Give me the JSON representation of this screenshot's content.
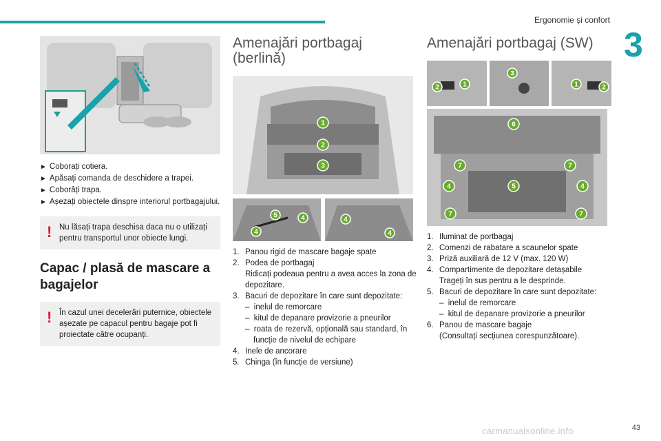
{
  "header": {
    "section_title": "Ergonomie și confort",
    "chapter_number": "3"
  },
  "footer": {
    "page_number": "43",
    "watermark": "carmanualsonline.info"
  },
  "left_column": {
    "steps": [
      "Coborați cotiera.",
      "Apăsați comanda de deschidere a trapei.",
      "Coborâți trapa.",
      "Așezați obiectele dinspre interiorul portbagajului."
    ],
    "warning_1": "Nu lăsați trapa deschisa daca nu o utilizați pentru transportul unor obiecte lungi.",
    "heading": "Capac / plasă de mascare a bagajelor",
    "warning_2": "În cazul unei decelerări puternice, obiectele așezate pe capacul pentru bagaje pot fi proiectate către ocupanți."
  },
  "middle_column": {
    "title": "Amenajări portbagaj (berlină)",
    "items": [
      {
        "n": "1.",
        "text": "Panou rigid de mascare bagaje spate"
      },
      {
        "n": "2.",
        "text": "Podea de portbagaj",
        "sub": "Ridicați podeaua pentru a avea acces la zona de depozitare."
      },
      {
        "n": "3.",
        "text": "Bacuri de depozitare în care sunt depozitate:"
      },
      {
        "n": "4.",
        "text": "Inele de ancorare"
      },
      {
        "n": "5.",
        "text": "Chinga (în funcție de versiune)"
      }
    ],
    "item3_dashes": [
      "inelul de remorcare",
      "kitul de depanare provizorie a pneurilor",
      "roata de rezervă, opțională sau standard, în funcție de nivelul de echipare"
    ],
    "callouts": [
      "1",
      "2",
      "3",
      "5",
      "4",
      "4",
      "4",
      "4"
    ]
  },
  "right_column": {
    "title": "Amenajări portbagaj (SW)",
    "items": [
      {
        "n": "1.",
        "text": "Iluminat de portbagaj"
      },
      {
        "n": "2.",
        "text": "Comenzi de rabatare a scaunelor spate"
      },
      {
        "n": "3.",
        "text": "Priză auxiliară de 12 V (max. 120 W)"
      },
      {
        "n": "4.",
        "text": "Compartimente de depozitare detașabile",
        "sub": "Trageți în sus pentru a le desprinde."
      },
      {
        "n": "5.",
        "text": "Bacuri de depozitare în care sunt depozitate:"
      },
      {
        "n": "6.",
        "text": "Panou de mascare bagaje",
        "sub": "(Consultați secțiunea corespunzătoare)."
      }
    ],
    "item5_dashes": [
      "inelul de remorcare",
      "kitul de depanare provizorie a pneurilor"
    ],
    "callouts": [
      "2",
      "1",
      "3",
      "1",
      "2",
      "6",
      "7",
      "7",
      "4",
      "5",
      "4",
      "7",
      "7"
    ]
  },
  "colors": {
    "accent": "#17a3a9",
    "warning": "#e8133b",
    "callout": "#6aaa2f"
  }
}
